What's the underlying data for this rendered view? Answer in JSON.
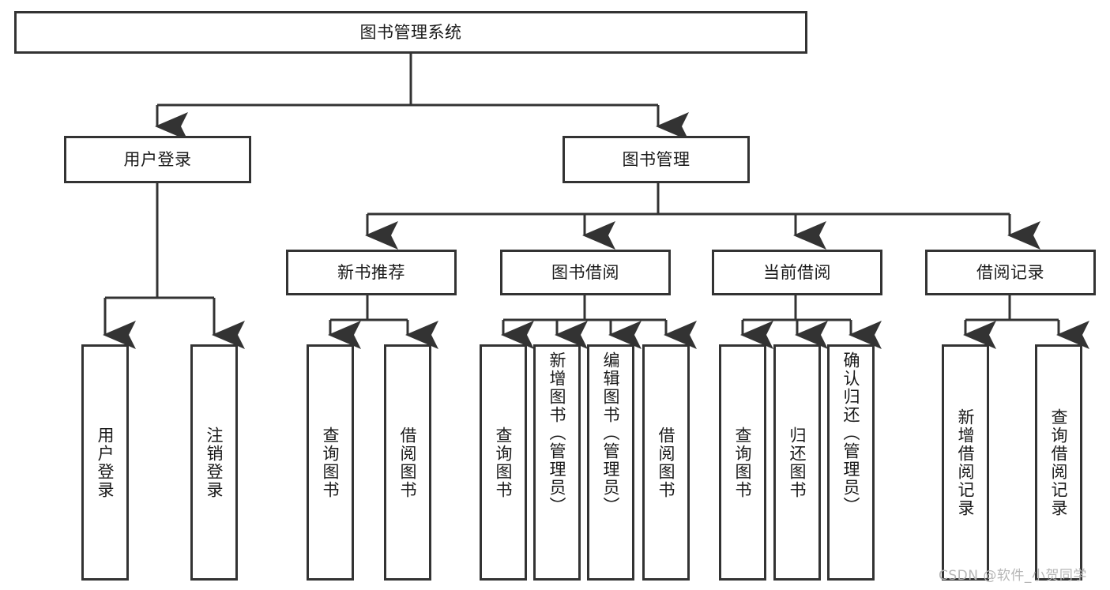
{
  "diagram": {
    "title": "图书管理系统",
    "watermark": "CSDN @软件_小贺同学",
    "colors": {
      "box_border": "#333333",
      "box_fill": "#ffffff",
      "edge": "#333333",
      "text": "#1a1a1a",
      "watermark": "#b6b6b6"
    },
    "root": {
      "label": "图书管理系统"
    },
    "level2": [
      {
        "label": "用户登录"
      },
      {
        "label": "图书管理"
      }
    ],
    "level3": [
      {
        "label": "新书推荐"
      },
      {
        "label": "图书借阅"
      },
      {
        "label": "当前借阅"
      },
      {
        "label": "借阅记录"
      }
    ],
    "leaves": {
      "user_login": [
        {
          "label": "用户登录"
        },
        {
          "label": "注销登录"
        }
      ],
      "new_book": [
        {
          "label": "查询图书"
        },
        {
          "label": "借阅图书"
        }
      ],
      "borrow_book": [
        {
          "label": "查询图书"
        },
        {
          "label": "新增图书（管理员）"
        },
        {
          "label": "编辑图书（管理员）"
        },
        {
          "label": "借阅图书"
        }
      ],
      "current_borrow": [
        {
          "label": "查询图书"
        },
        {
          "label": "归还图书"
        },
        {
          "label": "确认归还（管理员）"
        }
      ],
      "borrow_record": [
        {
          "label": "新增借阅记录"
        },
        {
          "label": "查询借阅记录"
        }
      ]
    }
  }
}
